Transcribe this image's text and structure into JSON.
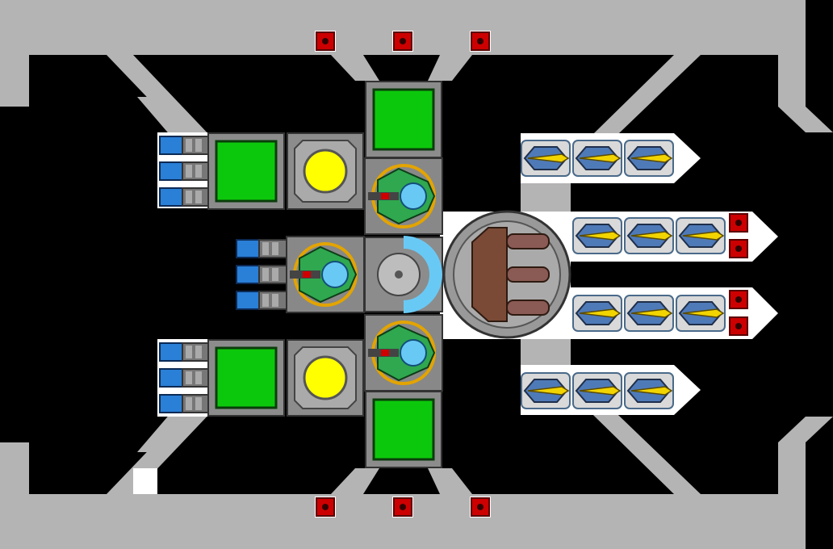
{
  "scene": {
    "type": "spaceship-builder-grid",
    "colors": {
      "space": "#000000",
      "hull": "#b4b4b4",
      "deck": "#ffffff",
      "panel": "#8c8c8c",
      "power_core": "#0cc80c",
      "reactor_light": "#ffff00",
      "turret": "#2fa84f",
      "thruster": "#2a7fd6",
      "warning_block": "#cc0000",
      "missile": "#f2d400",
      "cannon": "#7a4a36"
    },
    "icons": {
      "warning_block": "red-warning-block-icon",
      "power_core": "green-power-core-icon",
      "reactor": "yellow-reactor-icon",
      "turret": "green-laser-turret-icon",
      "thruster": "blue-thruster-icon",
      "missile": "yellow-missile-icon",
      "cannon": "triple-barrel-cannon-icon",
      "shield": "blue-shield-emitter-icon"
    },
    "counts": {
      "warning_blocks": 10,
      "power_cores": 4,
      "reactors": 2,
      "turrets": 3,
      "thruster_banks": 3,
      "missile_pods": 12,
      "main_cannons": 1,
      "shield_emitters": 1
    }
  }
}
